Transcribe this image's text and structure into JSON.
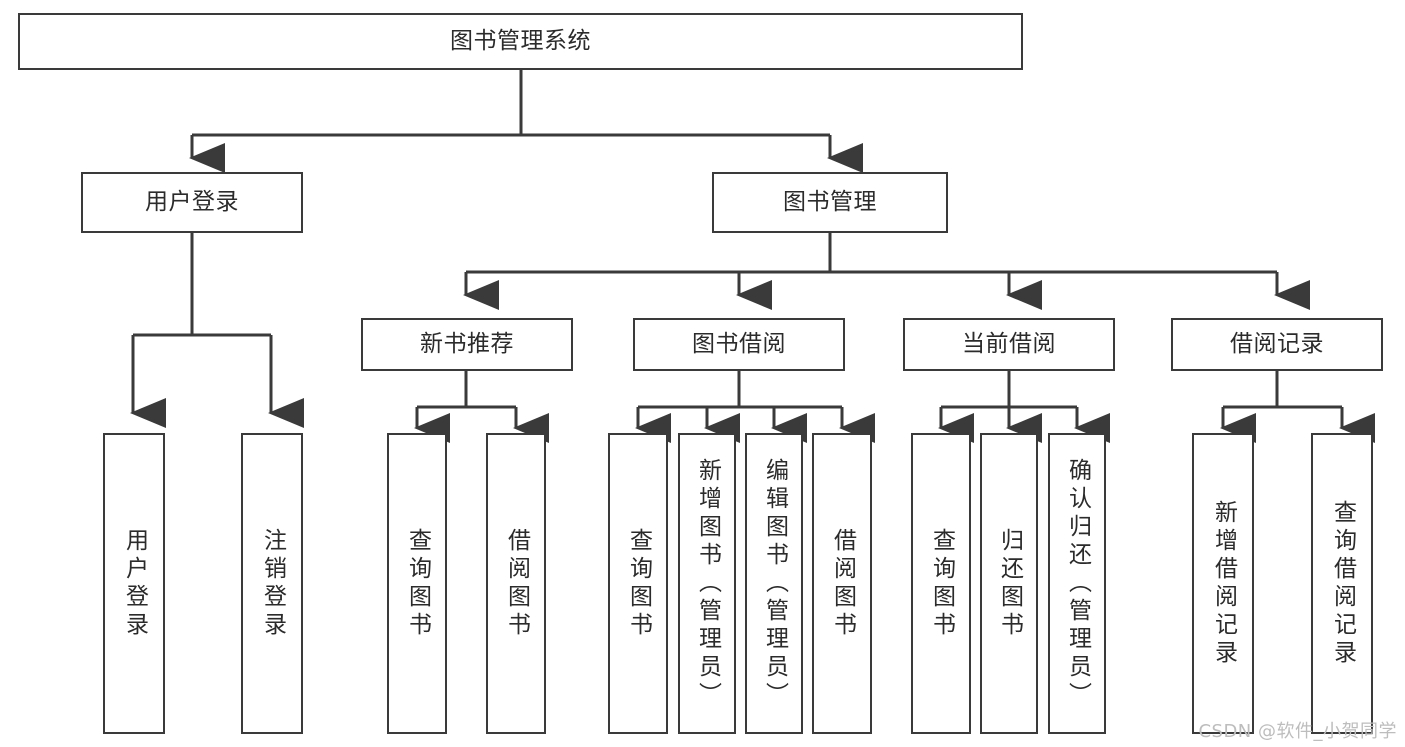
{
  "diagram": {
    "title_box": {
      "label": "图书管理系统"
    },
    "level2": [
      {
        "id": "user-login",
        "label": "用户登录"
      },
      {
        "id": "book-management",
        "label": "图书管理"
      }
    ],
    "level3": [
      {
        "id": "new-book-recommend",
        "label": "新书推荐"
      },
      {
        "id": "book-borrow",
        "label": "图书借阅"
      },
      {
        "id": "current-borrow",
        "label": "当前借阅"
      },
      {
        "id": "borrow-record",
        "label": "借阅记录"
      }
    ],
    "leaves": {
      "user_login": [
        {
          "id": "leaf-user-login",
          "label": "用户登录"
        },
        {
          "id": "leaf-logout-login",
          "label": "注销登录"
        }
      ],
      "new_book_recommend": [
        {
          "id": "leaf-query-book-1",
          "label": "查询图书"
        },
        {
          "id": "leaf-borrow-book-1",
          "label": "借阅图书"
        }
      ],
      "book_borrow": [
        {
          "id": "leaf-query-book-2",
          "label": "查询图书"
        },
        {
          "id": "leaf-add-book",
          "label": "新增图书（管理员）"
        },
        {
          "id": "leaf-edit-book",
          "label": "编辑图书（管理员）"
        },
        {
          "id": "leaf-borrow-book-2",
          "label": "借阅图书"
        }
      ],
      "current_borrow": [
        {
          "id": "leaf-query-book-3",
          "label": "查询图书"
        },
        {
          "id": "leaf-return-book",
          "label": "归还图书"
        },
        {
          "id": "leaf-confirm-return",
          "label": "确认归还（管理员）"
        }
      ],
      "borrow_record": [
        {
          "id": "leaf-add-record",
          "label": "新增借阅记录"
        },
        {
          "id": "leaf-query-record",
          "label": "查询借阅记录"
        }
      ]
    },
    "watermark": "CSDN @软件_小贺同学",
    "colors": {
      "stroke": "#3a3a3a",
      "text": "#2b2b2b",
      "background": "#ffffff",
      "watermark": "#bdbdbd"
    }
  }
}
